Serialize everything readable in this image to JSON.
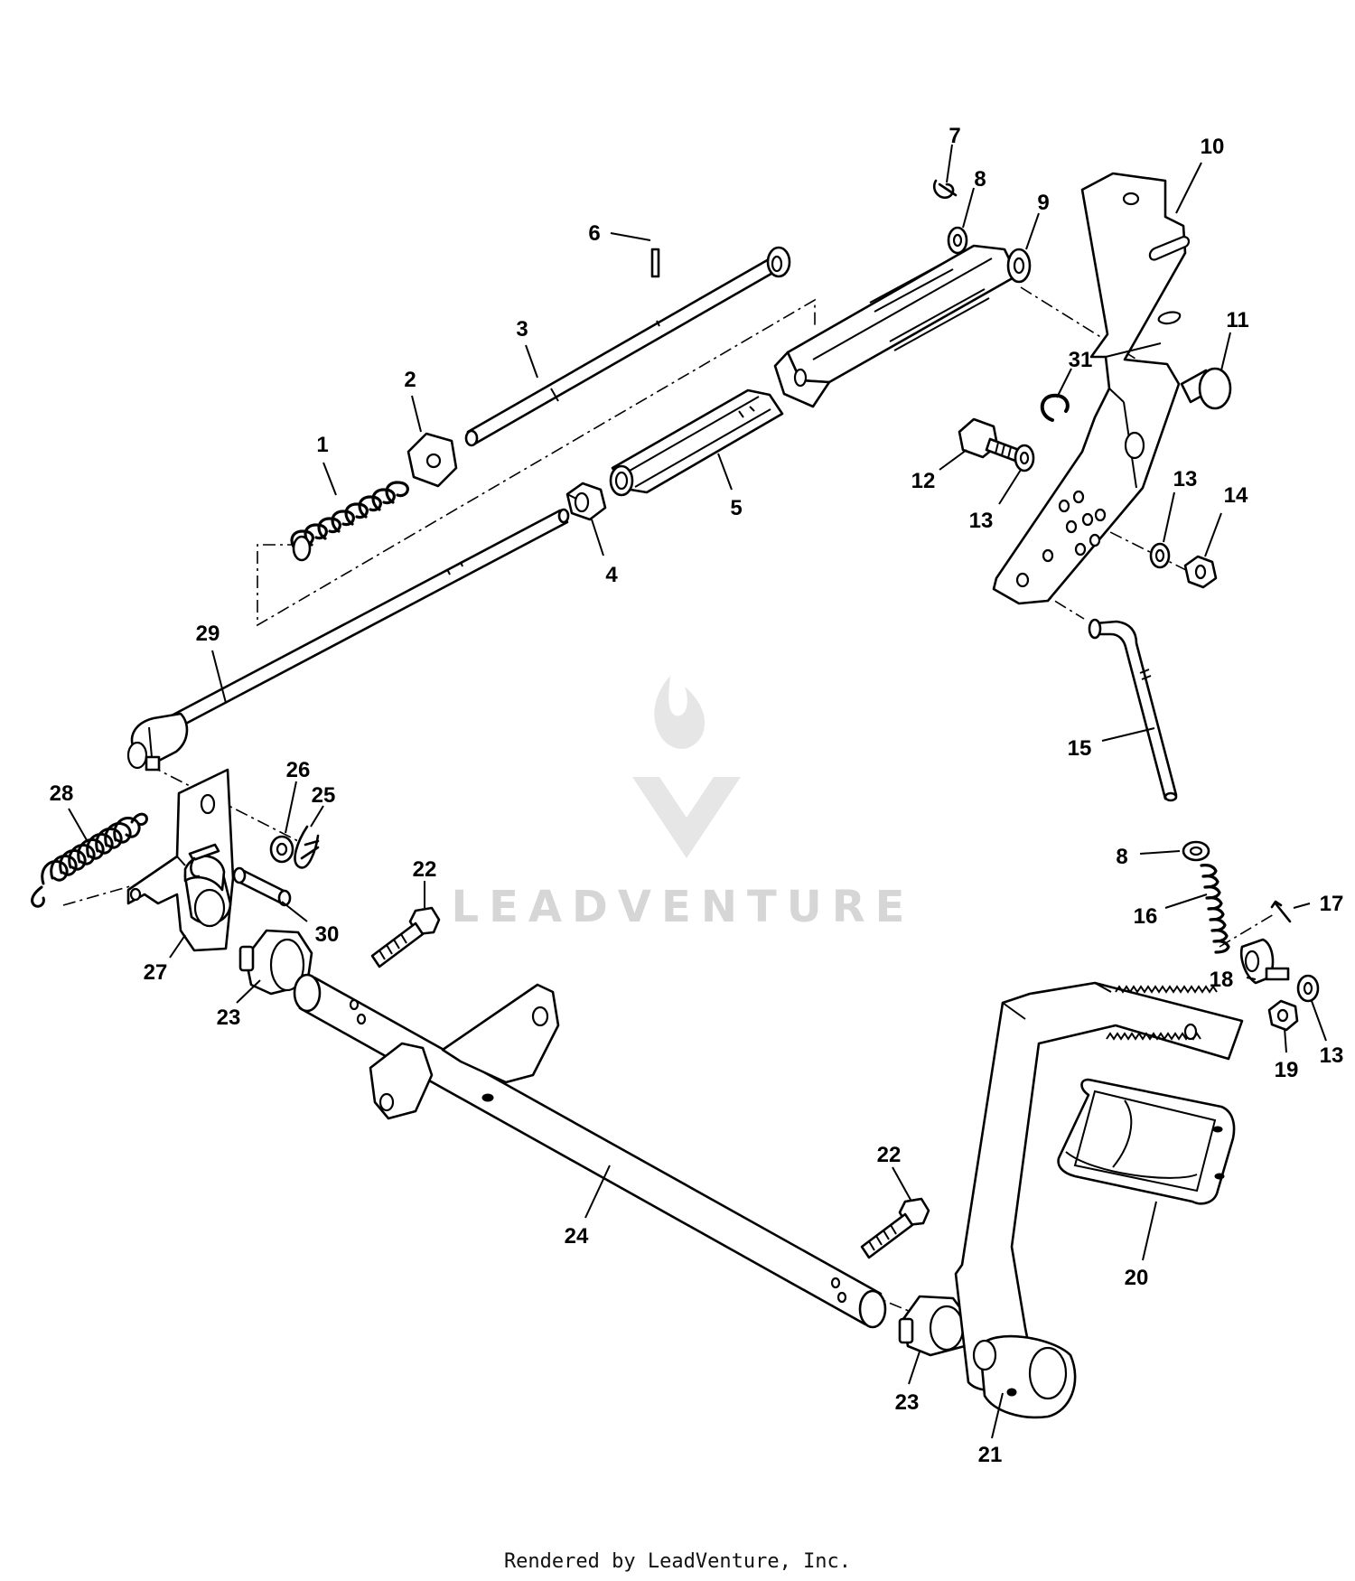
{
  "watermark": {
    "text": "LEADVENTURE",
    "logo": "flame-v-logo"
  },
  "footer": {
    "text": "Rendered by LeadVenture, Inc."
  },
  "callouts": [
    {
      "id": "label-1",
      "text": "1"
    },
    {
      "id": "label-2",
      "text": "2"
    },
    {
      "id": "label-3",
      "text": "3"
    },
    {
      "id": "label-4",
      "text": "4"
    },
    {
      "id": "label-5",
      "text": "5"
    },
    {
      "id": "label-6",
      "text": "6"
    },
    {
      "id": "label-7",
      "text": "7"
    },
    {
      "id": "label-8-top",
      "text": "8"
    },
    {
      "id": "label-9",
      "text": "9"
    },
    {
      "id": "label-10",
      "text": "10"
    },
    {
      "id": "label-11",
      "text": "11"
    },
    {
      "id": "label-31",
      "text": "31"
    },
    {
      "id": "label-12",
      "text": "12"
    },
    {
      "id": "label-13-a",
      "text": "13"
    },
    {
      "id": "label-13-b",
      "text": "13"
    },
    {
      "id": "label-14",
      "text": "14"
    },
    {
      "id": "label-29",
      "text": "29"
    },
    {
      "id": "label-15",
      "text": "15"
    },
    {
      "id": "label-28",
      "text": "28"
    },
    {
      "id": "label-26",
      "text": "26"
    },
    {
      "id": "label-25",
      "text": "25"
    },
    {
      "id": "label-22-top",
      "text": "22"
    },
    {
      "id": "label-8-bottom",
      "text": "8"
    },
    {
      "id": "label-16",
      "text": "16"
    },
    {
      "id": "label-17",
      "text": "17"
    },
    {
      "id": "label-30",
      "text": "30"
    },
    {
      "id": "label-27",
      "text": "27"
    },
    {
      "id": "label-23-left",
      "text": "23"
    },
    {
      "id": "label-18",
      "text": "18"
    },
    {
      "id": "label-19",
      "text": "19"
    },
    {
      "id": "label-13-c",
      "text": "13"
    },
    {
      "id": "label-22-bottom",
      "text": "22"
    },
    {
      "id": "label-24",
      "text": "24"
    },
    {
      "id": "label-20",
      "text": "20"
    },
    {
      "id": "label-23-bottom",
      "text": "23"
    },
    {
      "id": "label-21",
      "text": "21"
    }
  ]
}
